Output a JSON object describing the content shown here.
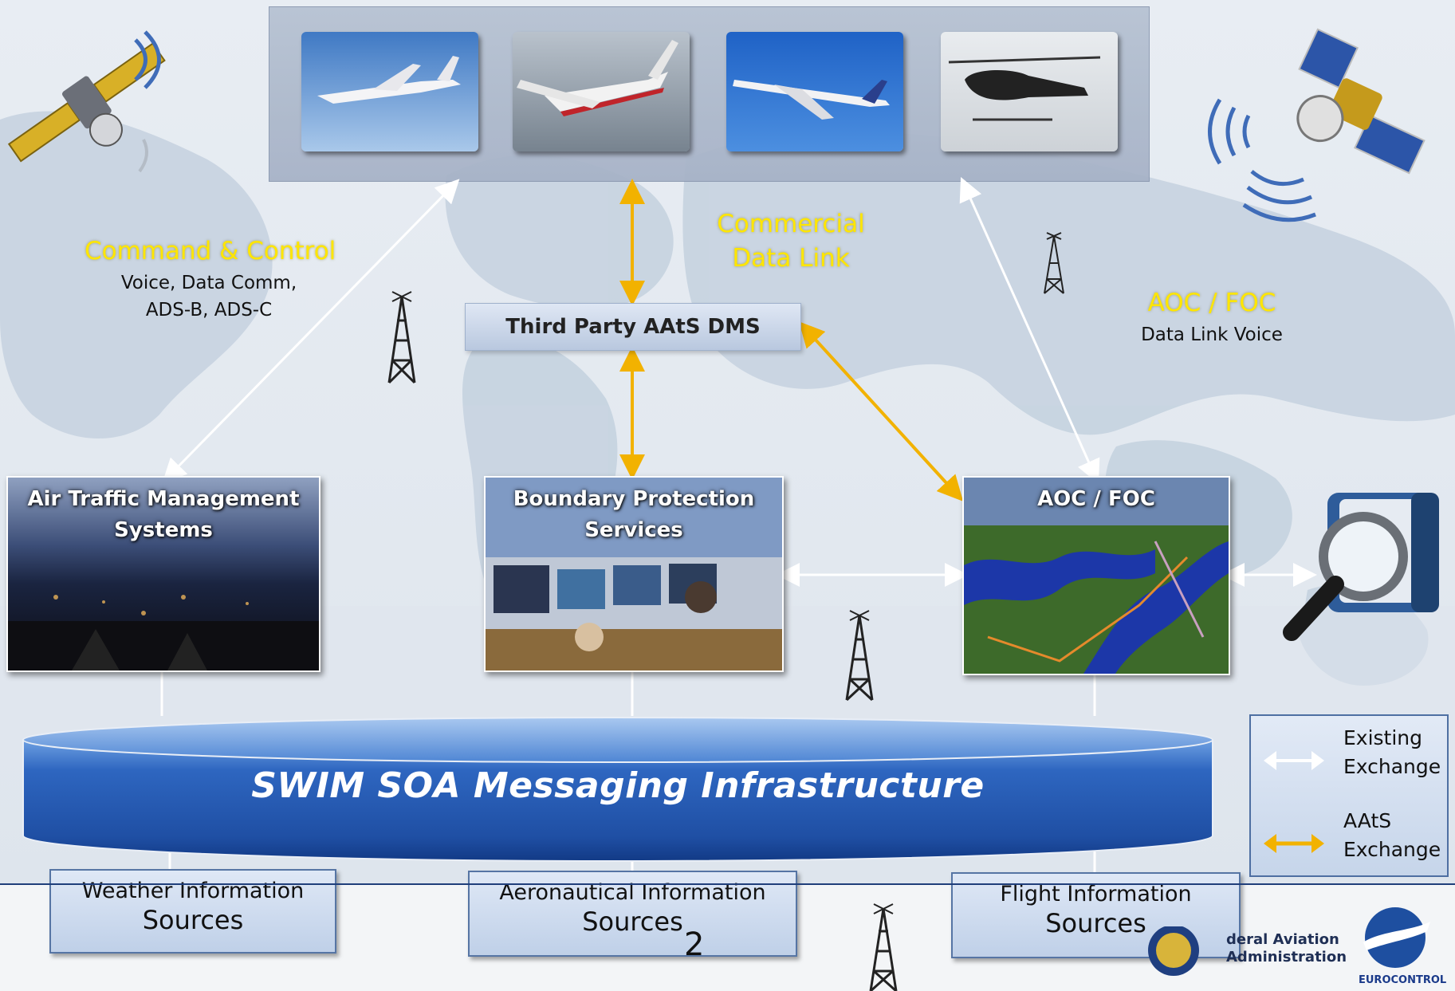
{
  "aircraft": [
    {
      "name": "business-jet"
    },
    {
      "name": "turboprop"
    },
    {
      "name": "airliner"
    },
    {
      "name": "helicopter"
    }
  ],
  "labels": {
    "command_control_title": "Command & Control",
    "command_control_line1": "Voice, Data Comm,",
    "command_control_line2": "ADS-B, ADS-C",
    "commercial_line1": "Commercial",
    "commercial_line2": "Data Link",
    "aoc_foc_title": "AOC / FOC",
    "aoc_foc_sub": "Data Link Voice"
  },
  "third_party": "Third Party AAtS DMS",
  "nodes": {
    "atm_line1": "Air Traffic Management",
    "atm_line2": "Systems",
    "bps_line1": "Boundary Protection",
    "bps_line2": "Services",
    "aoc": "AOC / FOC"
  },
  "swim": "SWIM SOA Messaging Infrastructure",
  "sources": [
    {
      "line1": "Weather Information",
      "line2": "Sources"
    },
    {
      "line1": "Aeronautical Information",
      "line2": "Sources"
    },
    {
      "line1": "Flight Information",
      "line2": "Sources"
    }
  ],
  "legend": {
    "existing_line1": "Existing",
    "existing_line2": "Exchange",
    "aats_line1": "AAtS",
    "aats_line2": "Exchange"
  },
  "footer": {
    "page_number": "2",
    "faa_line1": "deral Aviation",
    "faa_line2": "Administration",
    "eurocontrol": "EUROCONTROL"
  },
  "colors": {
    "aats_exchange": "#f2b200",
    "existing_exchange": "#ffffff",
    "label_yellow": "#ffe600",
    "swim_blue": "#2d63b8",
    "source_border": "#5675a4"
  }
}
